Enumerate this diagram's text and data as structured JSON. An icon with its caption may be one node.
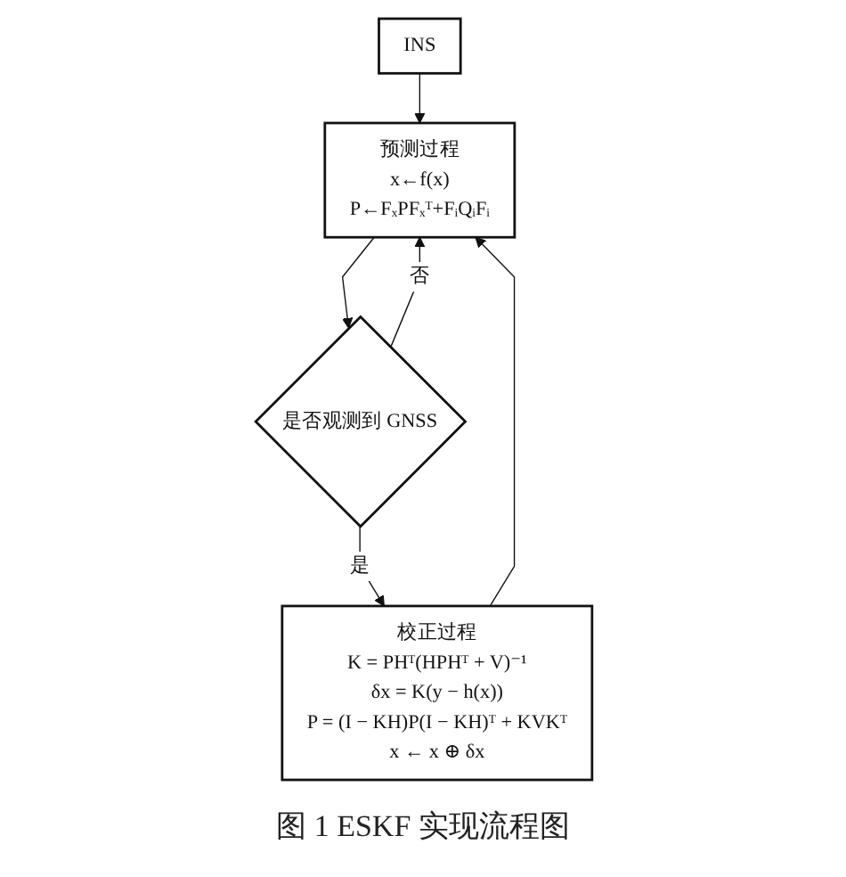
{
  "diagram": {
    "caption": "图 1 ESKF 实现流程图",
    "nodes": [
      {
        "text": [
          "INS"
        ]
      },
      {
        "text": [
          "预测过程",
          "x←f(x)",
          "P←FₓPFₓᵀ+FᵢQᵢFᵢ"
        ]
      },
      {
        "text": [
          "是否观测到 GNSS"
        ]
      },
      {
        "text": [
          "校正过程",
          "K = PHᵀ(HPHᵀ + V)⁻¹",
          "δx = K(y − h(x))",
          "P = (I − KH)P(I − KH)ᵀ + KVKᵀ",
          "x ← x ⊕ δx"
        ]
      }
    ],
    "edges": [
      {
        "from": 0,
        "to": 1,
        "arrow": "to"
      },
      {
        "from": 1,
        "to": 2,
        "arrow": "to"
      },
      {
        "from": 2,
        "to": 3,
        "arrow": "to",
        "label": "是"
      },
      {
        "from": 2,
        "to": 1,
        "arrow": "to",
        "label": "否"
      },
      {
        "from": 3,
        "to": 1,
        "arrow": "to"
      }
    ]
  }
}
